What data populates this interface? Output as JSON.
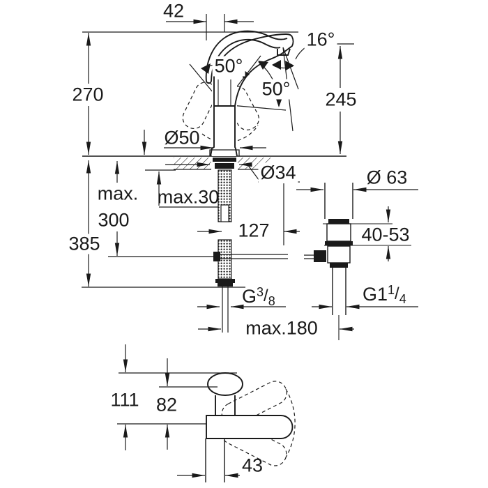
{
  "labels": {
    "front": {
      "handle_offset": "42",
      "height_above_deck": "270",
      "handle_angle_upper": "50°",
      "handle_angle_lower": "50°",
      "spout_angle": "16°",
      "spout_height": "245",
      "base_diameter": "Ø50",
      "hole_diameter": "Ø34",
      "max_word": "max.",
      "max_value": "300",
      "deck_thickness": "max.30",
      "below_deck_height": "385",
      "rod_offset": "127",
      "supply_thread": {
        "prefix": "G",
        "numerator": "3",
        "slash": "/",
        "denominator": "8"
      },
      "hose_reach": "max.180"
    },
    "drain": {
      "flange_diameter": "Ø 63",
      "clamping_range": "40-53",
      "waste_thread": {
        "prefix": "G1",
        "numerator": "1",
        "slash": "/",
        "denominator": "4"
      }
    },
    "top": {
      "overall_depth": "111",
      "body_depth": "82",
      "spout_offset": "43"
    }
  },
  "colors": {
    "line": "#1a1a1a",
    "background": "#ffffff"
  }
}
